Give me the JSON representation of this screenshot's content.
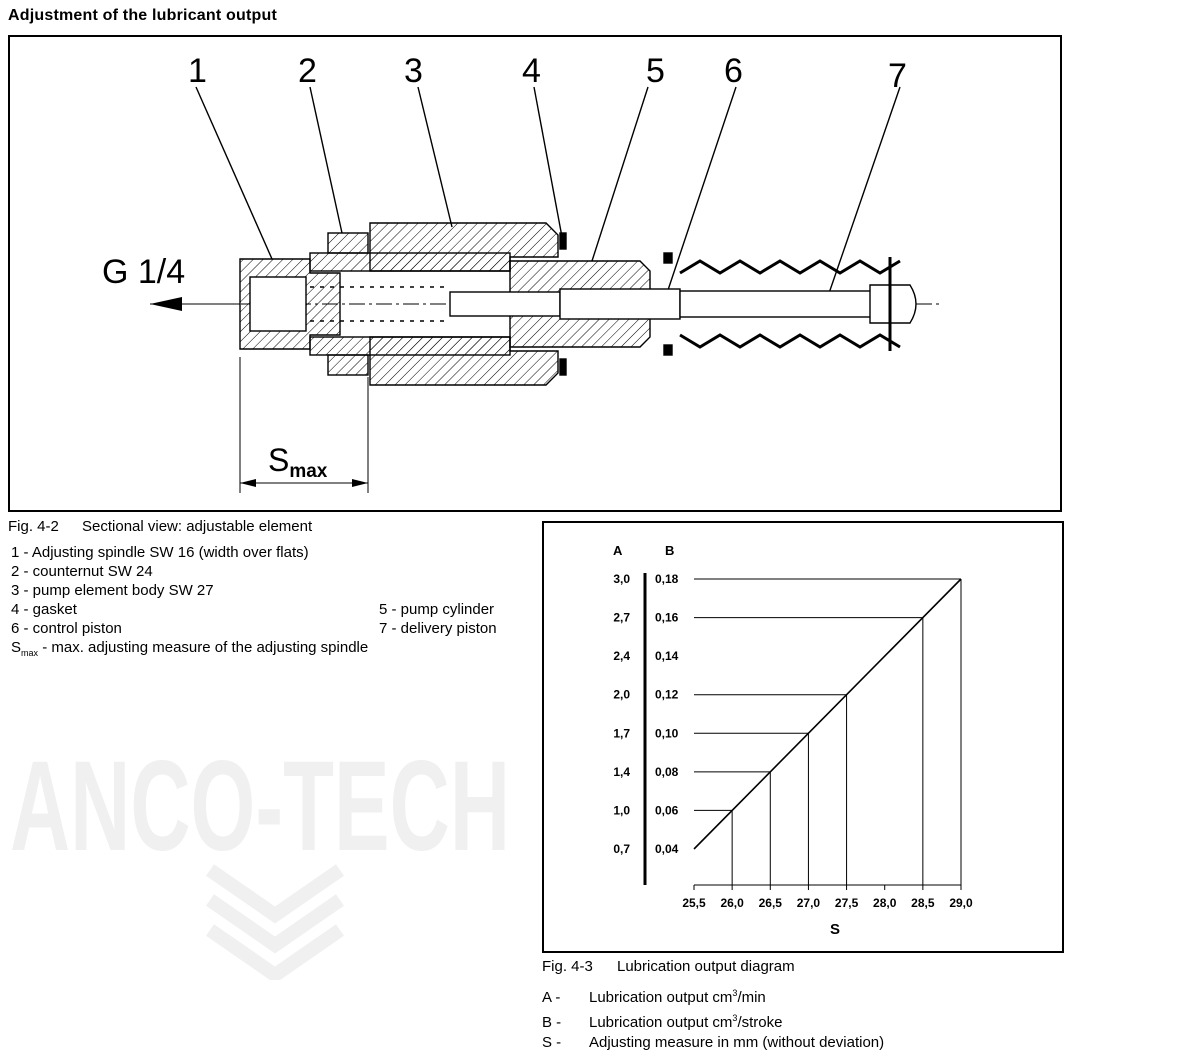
{
  "page": {
    "title": "Adjustment of the lubricant output"
  },
  "drawing": {
    "part_numbers": [
      "1",
      "2",
      "3",
      "4",
      "5",
      "6",
      "7"
    ],
    "thread_label": "G 1/4",
    "dimension_label": "S",
    "dimension_sub": "max"
  },
  "figure_2": {
    "number": "Fig. 4-2",
    "caption": "Sectional view: adjustable element",
    "legend": [
      "1 - Adjusting spindle SW 16 (width over flats)",
      "2 - counternut SW 24",
      "3 - pump element body SW 27",
      "4 - gasket",
      "5 - pump cylinder",
      "6 - control piston",
      "7 - delivery piston"
    ],
    "smax_main": "S",
    "smax_sub": "max",
    "smax_text": " - max. adjusting measure of the adjusting spindle"
  },
  "figure_3": {
    "number": "Fig. 4-3",
    "caption": "Lubrication output diagram",
    "legend": [
      {
        "key": "A -",
        "text": "Lubrication output cm",
        "sup": "3",
        "rest": "/min"
      },
      {
        "key": "B -",
        "text": "Lubrication output cm",
        "sup": "3",
        "rest": "/stroke"
      },
      {
        "key": "S -",
        "text": "Adjusting measure in mm (without deviation)",
        "sup": "",
        "rest": ""
      }
    ]
  },
  "chart_data": {
    "type": "line",
    "title": "",
    "xlabel": "S",
    "y_axis_a_label": "A",
    "y_axis_b_label": "B",
    "x_ticks": [
      "25,5",
      "26,0",
      "26,5",
      "27,0",
      "27,5",
      "28,0",
      "28,5",
      "29,0"
    ],
    "xlim": [
      25.5,
      29.0
    ],
    "ylim": [
      0.04,
      0.18
    ],
    "b_ticks": [
      {
        "value": 0.18,
        "label": "0,18"
      },
      {
        "value": 0.16,
        "label": "0,16"
      },
      {
        "value": 0.14,
        "label": "0,14"
      },
      {
        "value": 0.12,
        "label": "0,12"
      },
      {
        "value": 0.1,
        "label": "0,10"
      },
      {
        "value": 0.08,
        "label": "0,08"
      },
      {
        "value": 0.06,
        "label": "0,06"
      },
      {
        "value": 0.04,
        "label": "0,04"
      }
    ],
    "a_ticks": [
      {
        "value": 0.18,
        "label": "3,0"
      },
      {
        "value": 0.16,
        "label": "2,7"
      },
      {
        "value": 0.14,
        "label": "2,4"
      },
      {
        "value": 0.12,
        "label": "2,0"
      },
      {
        "value": 0.1,
        "label": "1,7"
      },
      {
        "value": 0.08,
        "label": "1,4"
      },
      {
        "value": 0.06,
        "label": "1,0"
      },
      {
        "value": 0.04,
        "label": "0,7"
      }
    ],
    "series": [
      {
        "x": [
          25.5,
          29.0
        ],
        "y": [
          0.04,
          0.18
        ]
      }
    ],
    "guides": [
      {
        "x": 26.0,
        "y": 0.06
      },
      {
        "x": 26.5,
        "y": 0.08
      },
      {
        "x": 27.0,
        "y": 0.1
      },
      {
        "x": 27.5,
        "y": 0.12
      },
      {
        "x": 28.5,
        "y": 0.16
      },
      {
        "x": 29.0,
        "y": 0.18
      }
    ]
  },
  "watermark": {
    "text": "ANCO-TECH"
  }
}
